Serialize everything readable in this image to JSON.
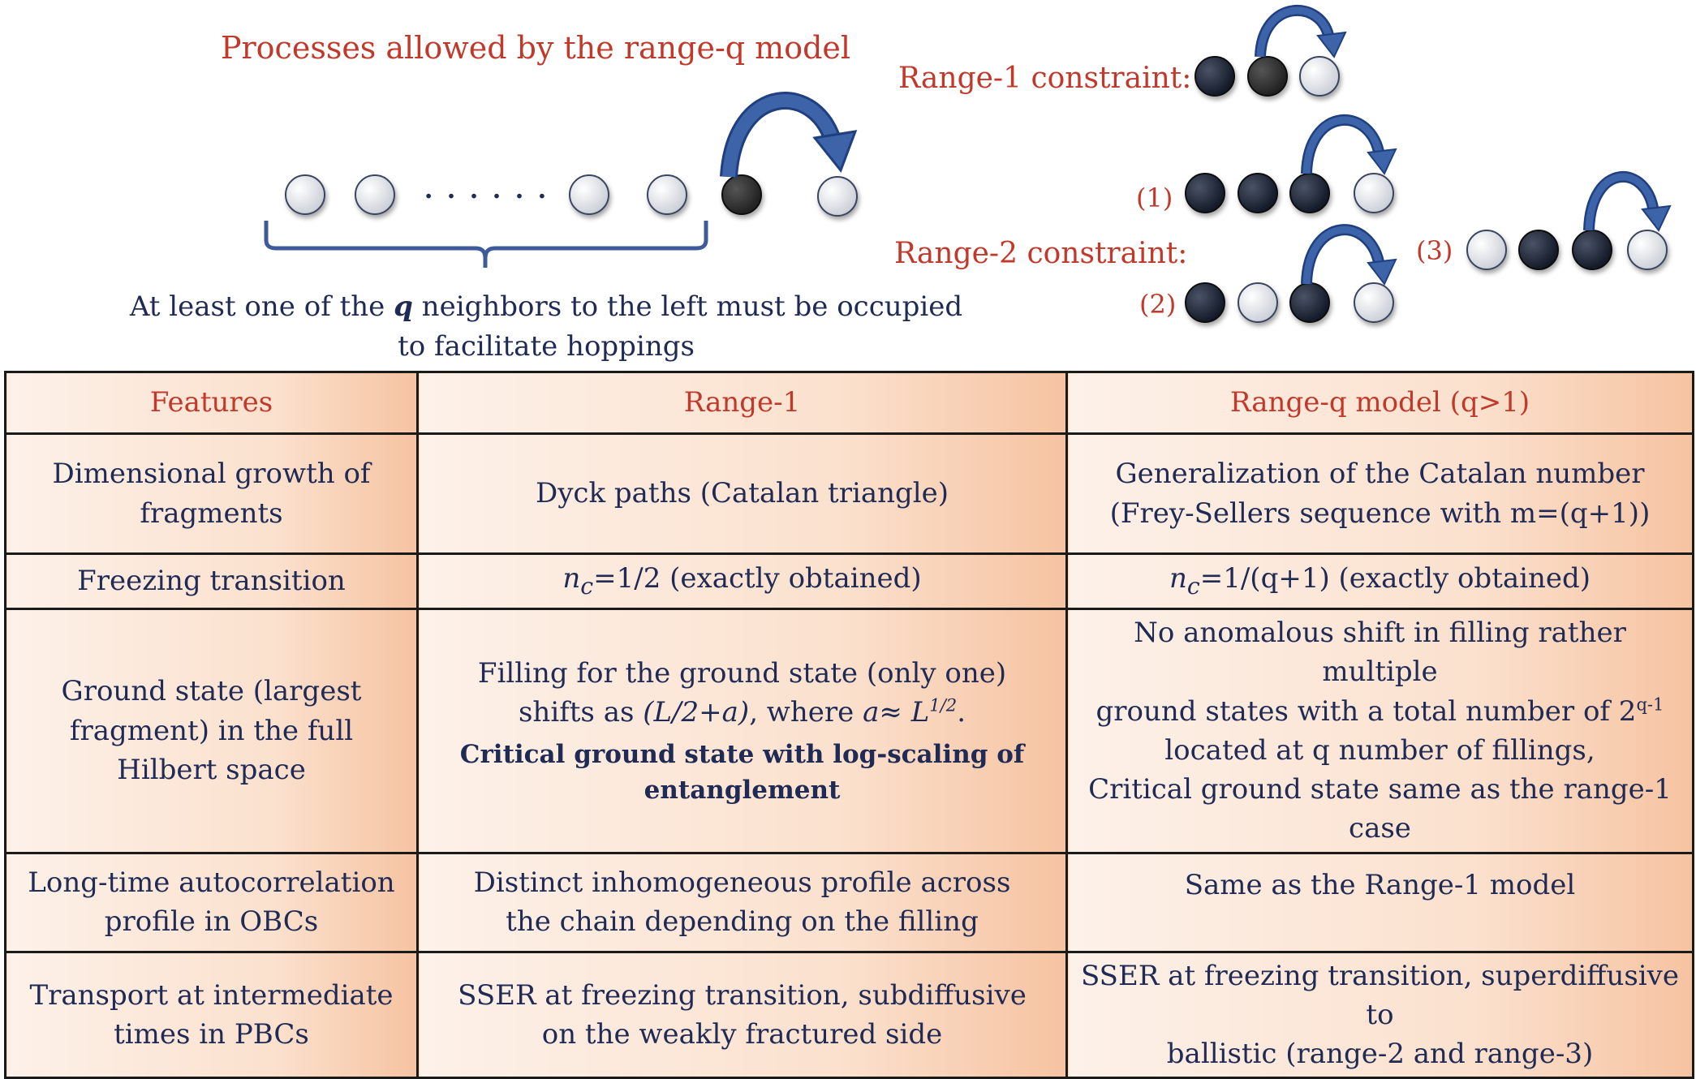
{
  "top": {
    "title": "Processes allowed by the range-q model",
    "dots": ". . . . . .",
    "caption": {
      "pre": "At least one of the",
      "q": "q",
      "post": "neighbors to the left must be occupied",
      "line2": "to facilitate hoppings"
    },
    "range1_label": "Range-1 constraint:",
    "range2_label": "Range-2 constraint:",
    "case_labels": [
      "(1)",
      "(2)",
      "(3)"
    ]
  },
  "table": {
    "headers": [
      "Features",
      "Range-1",
      "Range-q model (q>1)"
    ],
    "row1": {
      "feature": [
        "Dimensional growth of",
        "fragments"
      ],
      "r1": "Dyck paths (Catalan triangle)",
      "rq": [
        "Generalization of the Catalan number",
        "(Frey-Sellers sequence with m=(q+1))"
      ]
    },
    "row2": {
      "feature": "Freezing transition",
      "r1_sym": "n",
      "r1_sub": "c",
      "r1_rest": "=1/2 (exactly obtained)",
      "rq_sym": "n",
      "rq_sub": "c",
      "rq_rest": "=1/(q+1) (exactly obtained)"
    },
    "row3": {
      "feature": [
        "Ground state (largest",
        "fragment) in the full",
        "Hilbert space"
      ],
      "r1_line1": "Filling for the ground state (only one)",
      "r1_l2a": "shifts as",
      "r1_l2b": "(L/2+a)",
      "r1_l2c": ", where",
      "r1_l2d": "a≈ L",
      "r1_l2sup": "1/2",
      "r1_l2e": ".",
      "r1_bold": [
        "Critical ground state with log-scaling of",
        "entanglement"
      ],
      "rq_l1": "No anomalous shift in filling rather multiple",
      "rq_l2": "ground states with a total number of 2",
      "rq_l2sup": "q-1",
      "rq_l3": "located at q number of fillings,",
      "rq_l4": "Critical ground state same as the range-1",
      "rq_l5": "case"
    },
    "row4": {
      "feature": [
        "Long-time autocorrelation",
        "profile in OBCs"
      ],
      "r1": [
        "Distinct inhomogeneous profile across",
        "the chain depending on the filling"
      ],
      "rq": "Same as the Range-1 model"
    },
    "row5": {
      "feature": [
        "Transport at intermediate",
        "times in PBCs"
      ],
      "r1": [
        "SSER at freezing transition, subdiffusive",
        "on the weakly fractured side"
      ],
      "rq": [
        "SSER at freezing transition, superdiffusive to",
        "ballistic (range-2 and range-3)"
      ]
    }
  }
}
